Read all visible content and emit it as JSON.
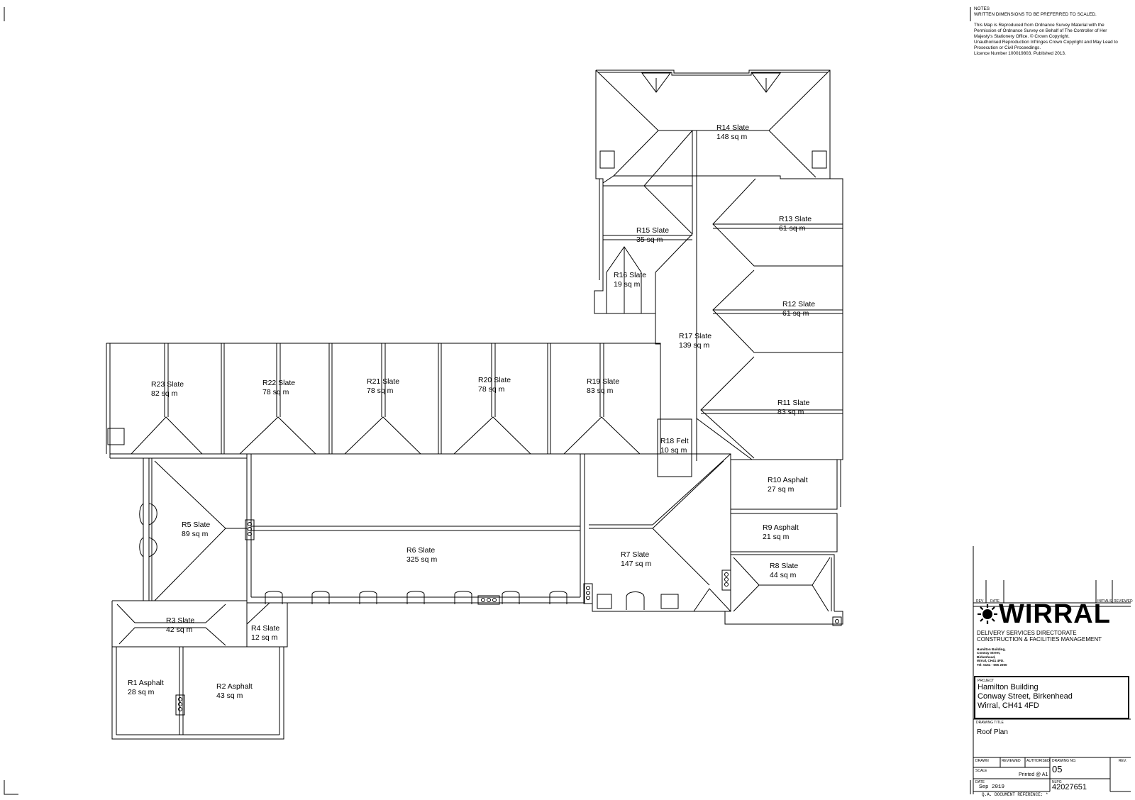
{
  "rooms": [
    {
      "id": "R14",
      "name": "R14 Slate",
      "area": "148 sq m"
    },
    {
      "id": "R13",
      "name": "R13 Slate",
      "area": "61 sq m"
    },
    {
      "id": "R15",
      "name": "R15 Slate",
      "area": "35 sq m"
    },
    {
      "id": "R16",
      "name": "R16 Slate",
      "area": "19 sq m"
    },
    {
      "id": "R12",
      "name": "R12 Slate",
      "area": "61 sq m"
    },
    {
      "id": "R17",
      "name": "R17 Slate",
      "area": "139 sq m"
    },
    {
      "id": "R23",
      "name": "R23 Slate",
      "area": "82 sq m"
    },
    {
      "id": "R22",
      "name": "R22 Slate",
      "area": "78 sq m"
    },
    {
      "id": "R21",
      "name": "R21 Slate",
      "area": "78 sq m"
    },
    {
      "id": "R20",
      "name": "R20 Slate",
      "area": "78 sq m"
    },
    {
      "id": "R19",
      "name": "R19 Slate",
      "area": "83 sq m"
    },
    {
      "id": "R11",
      "name": "R11 Slate",
      "area": "83 sq m"
    },
    {
      "id": "R18",
      "name": "R18 Felt",
      "area": "10 sq m"
    },
    {
      "id": "R10",
      "name": "R10 Asphalt",
      "area": "27 sq m"
    },
    {
      "id": "R5",
      "name": "R5 Slate",
      "area": "89 sq m"
    },
    {
      "id": "R9",
      "name": "R9 Asphalt",
      "area": "21 sq m"
    },
    {
      "id": "R6",
      "name": "R6 Slate",
      "area": "325 sq m"
    },
    {
      "id": "R7",
      "name": "R7 Slate",
      "area": "147 sq m"
    },
    {
      "id": "R8",
      "name": "R8 Slate",
      "area": "44 sq m"
    },
    {
      "id": "R3",
      "name": "R3 Slate",
      "area": "42 sq m"
    },
    {
      "id": "R4",
      "name": "R4 Slate",
      "area": "12 sq m"
    },
    {
      "id": "R1",
      "name": "R1 Asphalt",
      "area": "28 sq m"
    },
    {
      "id": "R2",
      "name": "R2 Asphalt",
      "area": "43 sq m"
    }
  ],
  "notes": {
    "heading": "NOTES",
    "line1": "WRITTEN DIMENSIONS TO BE PREFERRED TO SCALED.",
    "line2": "This Map is Reproduced from Ordnance Survey Material with the",
    "line3": "Permission of Ordnance Survey on Behalf of The Controller of Her",
    "line4": "Majesty's Stationery Office.   © Crown Copyright.",
    "line5": "Unauthorised Reproduction Infringes Crown Copyright and May Lead to",
    "line6": "Prosecution or Civil Proceedings.",
    "line7": "Licence Number 100019803. Published 2013."
  },
  "title_block": {
    "rev_label": "REV",
    "date_label": "DATE",
    "initials_label": "INITIALS",
    "reviewed_label": "REVIEWED",
    "logo_text": "WIRRAL",
    "dept_line1": "DELIVERY SERVICES DIRECTORATE",
    "dept_line2": "CONSTRUCTION & FACILITIES MANAGEMENT",
    "addr1": "Hamilton Building,",
    "addr2": "Conway Street,",
    "addr3": "Birkenhead,",
    "addr4": "Wirral, CH41 4FD.",
    "addr5": "Tel:  0151 - 606 2000",
    "project_label": "PROJECT",
    "project_line1": "Hamilton Building",
    "project_line2": "Conway Street, Birkenhead",
    "project_line3": "Wirral, CH41 4FD",
    "drawing_title_label": "DRAWING TITLE",
    "drawing_title": "Roof Plan",
    "drawn_label": "DRAWN",
    "reviewed2_label": "REVIEWED",
    "authorised_label": "AUTHORISED",
    "drawing_no_label": "DRAWING NO.",
    "drawing_no": "05",
    "rev2_label": "REV.",
    "scale_label": "SCALE",
    "printed": "Printed @ A1",
    "nlpg_label": "NLPG",
    "nlpg": "42027651",
    "date2_label": "DATE",
    "date_value": "Sep 2019",
    "qa_label": "Q.A. DOCUMENT REFERENCE:",
    "qa_value": "*"
  }
}
